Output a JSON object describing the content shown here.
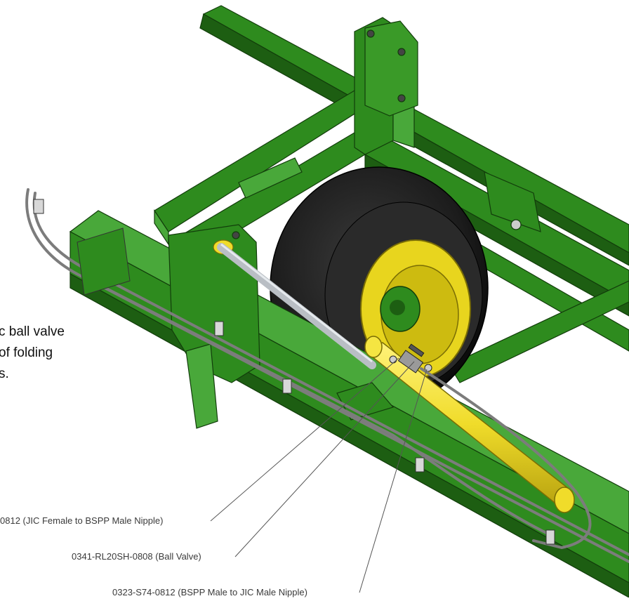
{
  "description_lines": [
    "c ball valve",
    "of folding",
    "s."
  ],
  "callouts": [
    {
      "id": "nipple-female",
      "text": "0812 (JIC Female to BSPP Male Nipple)"
    },
    {
      "id": "ball-valve",
      "text": "0341-RL20SH-0808 (Ball Valve)"
    },
    {
      "id": "nipple-male",
      "text": "0323-S74-0812 (BSPP Male to JIC Male Nipple)"
    }
  ],
  "colors": {
    "frame_green": "#2e8b1e",
    "frame_dark": "#1d5e12",
    "frame_light": "#49a83a",
    "tire": "#1c1c1c",
    "rim_yellow": "#e8d51e",
    "cylinder_yellow": "#f0dc2a",
    "hose_gray": "#7c7c7c",
    "rod_gray": "#b9bec4",
    "leader_line": "#555555"
  }
}
